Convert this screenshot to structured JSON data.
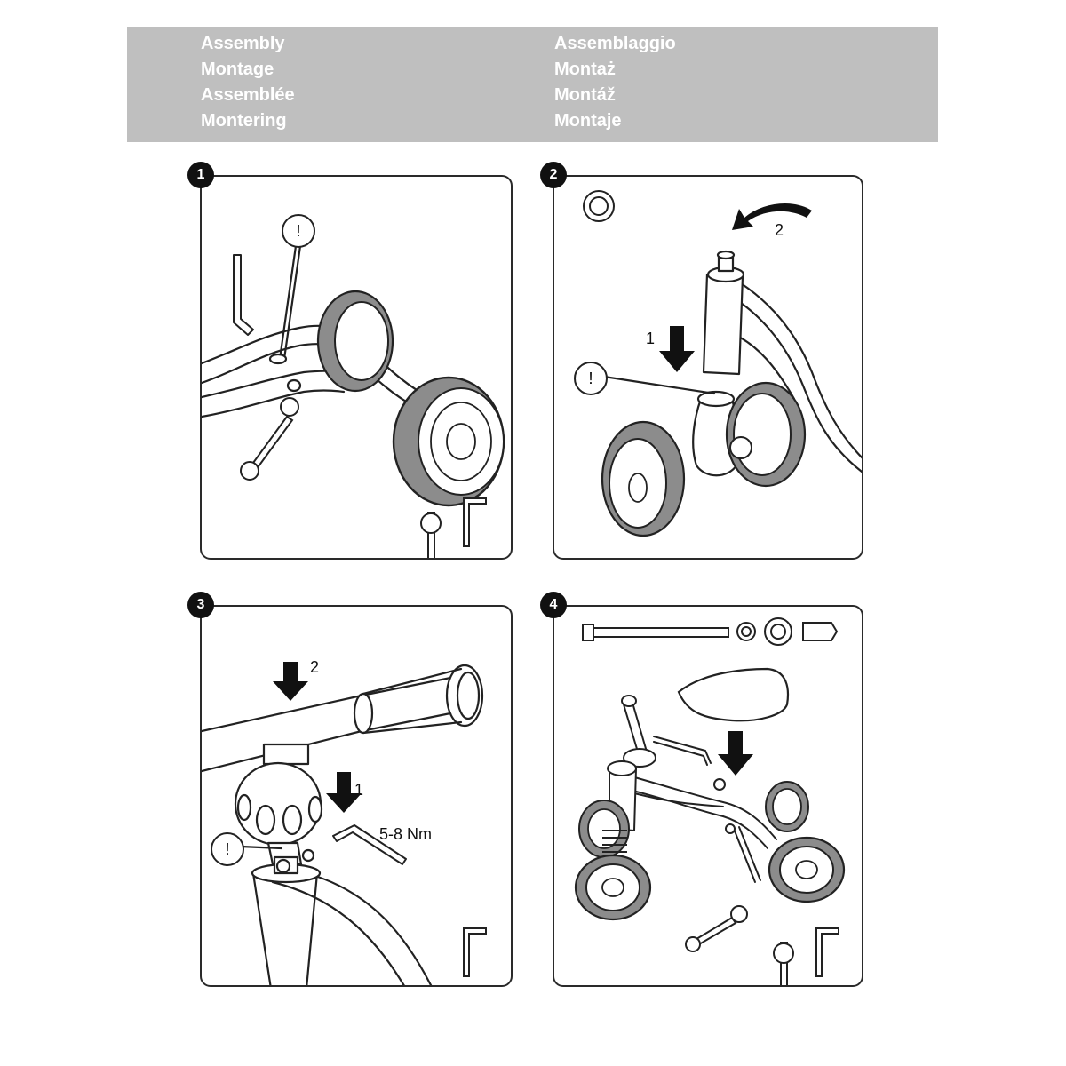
{
  "header": {
    "left_titles": [
      "Assembly",
      "Montage",
      "Assemblée",
      "Montering"
    ],
    "right_titles": [
      "Assemblaggio",
      "Montaż",
      "Montáž",
      "Montaje"
    ]
  },
  "steps": [
    {
      "number": "1",
      "notice": "!",
      "tools": [
        "wrench-icon",
        "hex-key-icon"
      ]
    },
    {
      "number": "2",
      "notice": "!",
      "arrow_labels": [
        "1",
        "2"
      ],
      "part": "washer-icon"
    },
    {
      "number": "3",
      "notice": "!",
      "arrow_labels": [
        "2",
        "1"
      ],
      "torque": "5-8 Nm",
      "tools": [
        "hex-key-icon"
      ]
    },
    {
      "number": "4",
      "parts": [
        "bolt-icon",
        "washer-icon",
        "washer-icon",
        "nut-icon"
      ],
      "tools": [
        "wrench-icon",
        "hex-key-icon"
      ]
    }
  ],
  "colors": {
    "header_bg": "#bfbfbf",
    "wheel_gray": "#8c8c8c",
    "line": "#222222"
  }
}
